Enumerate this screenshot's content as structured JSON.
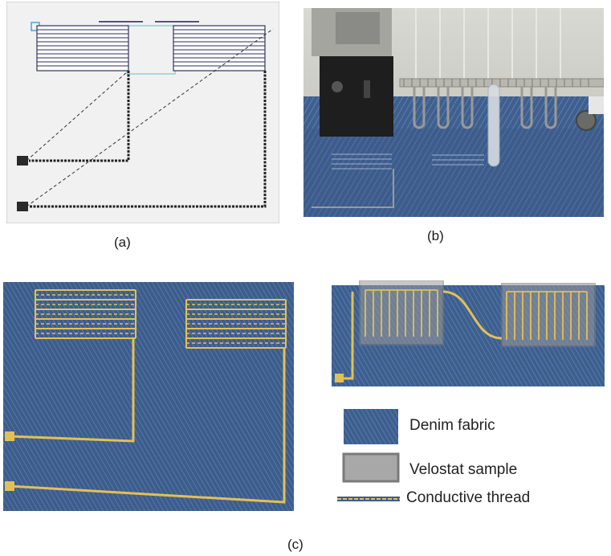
{
  "captions": {
    "a": "(a)",
    "b": "(b)",
    "c": "(c)"
  },
  "legend": {
    "denim": "Denim fabric",
    "velostat": "Velostat sample",
    "thread": "Conductive thread"
  },
  "colors": {
    "denim": "#3d5f8f",
    "denim_light": "#5a7aa6",
    "thread": "#e3c055",
    "velostat": "#9a9a9a",
    "canvas_bg": "#eeeeee",
    "cad_line": "#2a2a2a",
    "cad_frame": "#7ac4c9"
  }
}
